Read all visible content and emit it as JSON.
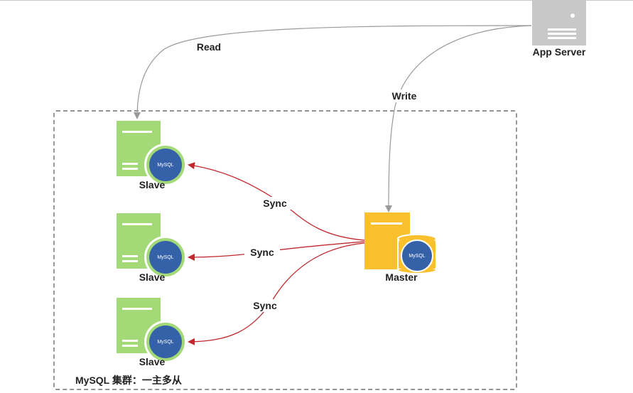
{
  "nodes": {
    "app_server": {
      "label": "App Server",
      "icon": "server-icon",
      "color": "#c8c8c8"
    },
    "slave_1": {
      "label": "Slave",
      "icon": "mysql-server-icon",
      "color": "#a3d977"
    },
    "slave_2": {
      "label": "Slave",
      "icon": "mysql-server-icon",
      "color": "#a3d977"
    },
    "slave_3": {
      "label": "Slave",
      "icon": "mysql-server-icon",
      "color": "#a3d977"
    },
    "master": {
      "label": "Master",
      "icon": "mysql-database-icon",
      "color": "#fbc02d"
    }
  },
  "edges": {
    "read": {
      "label": "Read",
      "from": "App Server",
      "to": "Slave",
      "color": "#a0a0a0"
    },
    "write": {
      "label": "Write",
      "from": "App Server",
      "to": "Master",
      "color": "#a0a0a0"
    },
    "sync_1": {
      "label": "Sync",
      "from": "Master",
      "to": "Slave",
      "color": "#c0282d"
    },
    "sync_2": {
      "label": "Sync",
      "from": "Master",
      "to": "Slave",
      "color": "#c0282d"
    },
    "sync_3": {
      "label": "Sync",
      "from": "Master",
      "to": "Slave",
      "color": "#c0282d"
    }
  },
  "cluster": {
    "label": "MySQL 集群：一主多从"
  },
  "badge_text": "MySQL"
}
